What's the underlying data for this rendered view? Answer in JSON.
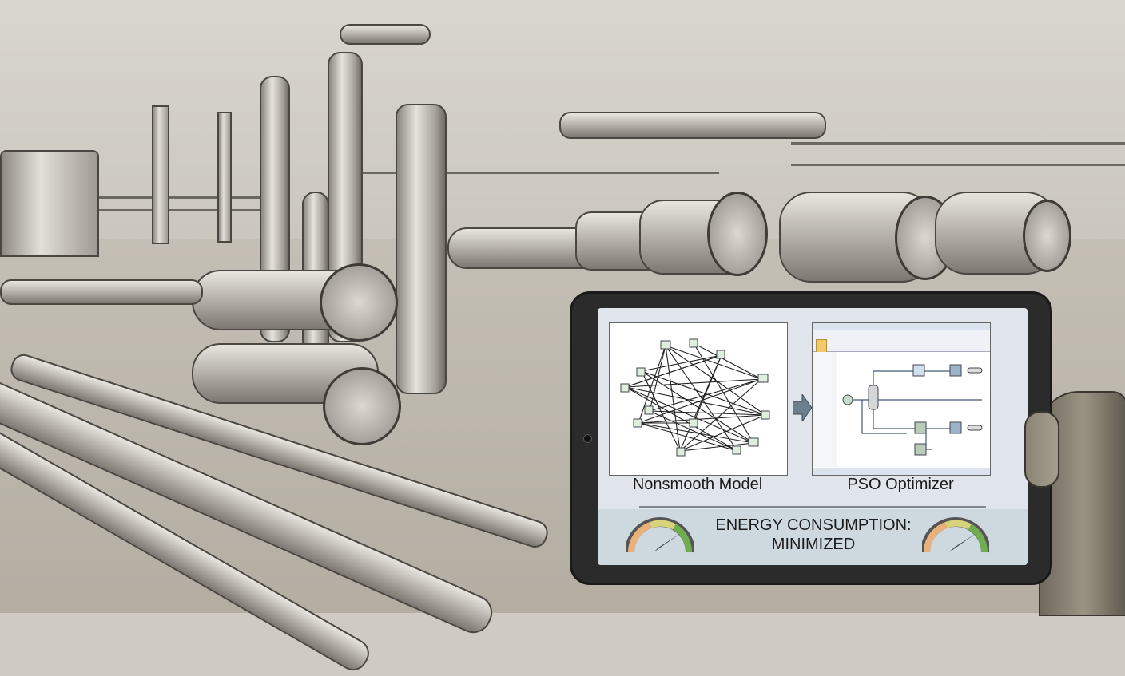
{
  "scene": {
    "description": "Illustrated industrial pipeline plant with compressors; a hand holds a tablet showing an optimization workflow"
  },
  "tablet": {
    "left_panel": {
      "label": "Nonsmooth Model",
      "icon": "network-graph-icon"
    },
    "transition_icon": "arrow-right-icon",
    "right_panel": {
      "label": "PSO Optimizer",
      "icon": "process-simulator-window-icon"
    },
    "status": {
      "line1": "ENERGY CONSUMPTION:",
      "line2": "MINIMIZED"
    },
    "gauges": [
      {
        "name": "left-gauge",
        "level": "low"
      },
      {
        "name": "right-gauge",
        "level": "low"
      }
    ],
    "colors": {
      "screen_bg": "#dfe5ea",
      "bottom_bg": "#cdd8df",
      "arrow": "#6c7f8f",
      "gauge_orange": "#e8b07a",
      "gauge_yellow": "#d8d27a",
      "gauge_green": "#6fae4f"
    }
  }
}
